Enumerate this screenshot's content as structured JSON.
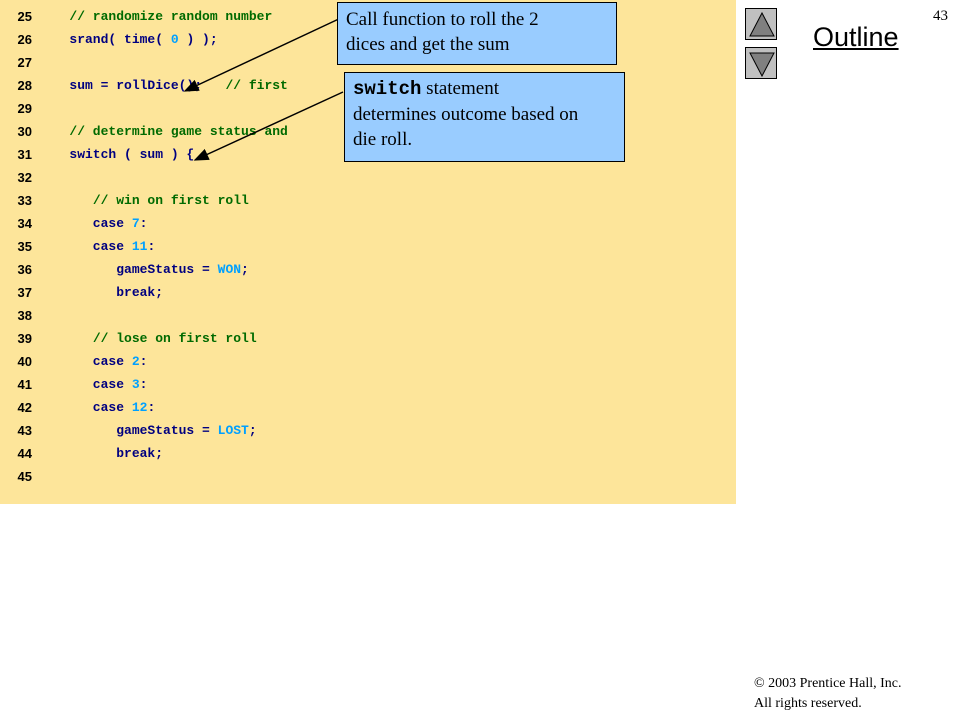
{
  "code_lines": [
    {
      "n": "25",
      "segments": [
        {
          "t": "   ",
          "k": "code"
        },
        {
          "t": "// randomize random number",
          "k": "comment"
        }
      ]
    },
    {
      "n": "26",
      "segments": [
        {
          "t": "   srand( time( ",
          "k": "code"
        },
        {
          "t": "0",
          "k": "num"
        },
        {
          "t": " ) );",
          "k": "code"
        }
      ]
    },
    {
      "n": "27",
      "segments": []
    },
    {
      "n": "28",
      "segments": [
        {
          "t": "   sum = rollDice();   ",
          "k": "code"
        },
        {
          "t": "// first",
          "k": "comment"
        }
      ]
    },
    {
      "n": "29",
      "segments": []
    },
    {
      "n": "30",
      "segments": [
        {
          "t": "   ",
          "k": "code"
        },
        {
          "t": "// determine game status and",
          "k": "comment"
        }
      ]
    },
    {
      "n": "31",
      "segments": [
        {
          "t": "   switch ( sum ) {",
          "k": "code"
        }
      ]
    },
    {
      "n": "32",
      "segments": []
    },
    {
      "n": "33",
      "segments": [
        {
          "t": "      ",
          "k": "code"
        },
        {
          "t": "// win on first roll",
          "k": "comment"
        }
      ]
    },
    {
      "n": "34",
      "segments": [
        {
          "t": "      case ",
          "k": "code"
        },
        {
          "t": "7",
          "k": "num"
        },
        {
          "t": ":",
          "k": "code"
        }
      ]
    },
    {
      "n": "35",
      "segments": [
        {
          "t": "      case ",
          "k": "code"
        },
        {
          "t": "11",
          "k": "num"
        },
        {
          "t": ":",
          "k": "code"
        }
      ]
    },
    {
      "n": "36",
      "segments": [
        {
          "t": "         gameStatus = ",
          "k": "code"
        },
        {
          "t": "WON",
          "k": "num"
        },
        {
          "t": ";",
          "k": "code"
        }
      ]
    },
    {
      "n": "37",
      "segments": [
        {
          "t": "         break;",
          "k": "code"
        }
      ]
    },
    {
      "n": "38",
      "segments": []
    },
    {
      "n": "39",
      "segments": [
        {
          "t": "      ",
          "k": "code"
        },
        {
          "t": "// lose on first roll",
          "k": "comment"
        }
      ]
    },
    {
      "n": "40",
      "segments": [
        {
          "t": "      case ",
          "k": "code"
        },
        {
          "t": "2",
          "k": "num"
        },
        {
          "t": ":",
          "k": "code"
        }
      ]
    },
    {
      "n": "41",
      "segments": [
        {
          "t": "      case ",
          "k": "code"
        },
        {
          "t": "3",
          "k": "num"
        },
        {
          "t": ":",
          "k": "code"
        }
      ]
    },
    {
      "n": "42",
      "segments": [
        {
          "t": "      case ",
          "k": "code"
        },
        {
          "t": "12",
          "k": "num"
        },
        {
          "t": ":",
          "k": "code"
        }
      ]
    },
    {
      "n": "43",
      "segments": [
        {
          "t": "         gameStatus = ",
          "k": "code"
        },
        {
          "t": "LOST",
          "k": "num"
        },
        {
          "t": ";",
          "k": "code"
        }
      ]
    },
    {
      "n": "44",
      "segments": [
        {
          "t": "         break;",
          "k": "code"
        }
      ]
    },
    {
      "n": "45",
      "segments": []
    }
  ],
  "callouts": {
    "roll": {
      "line1": "Call function to roll the 2",
      "line2": "dices and get the sum"
    },
    "switch": {
      "keyword": "switch",
      "rest": " statement",
      "line2": "determines outcome based on",
      "line3": "die roll."
    }
  },
  "nav": {
    "up_icon": "triangle-up-icon",
    "down_icon": "triangle-down-icon"
  },
  "outline_label": "Outline",
  "page_number": "43",
  "footer": {
    "line1": "©  2003 Prentice Hall, Inc.",
    "line2": "All rights reserved."
  },
  "colors": {
    "panel": "#fde59a",
    "callout": "#99ccff",
    "code": "#000080",
    "comment": "#006a00",
    "number": "#00a0ff"
  }
}
